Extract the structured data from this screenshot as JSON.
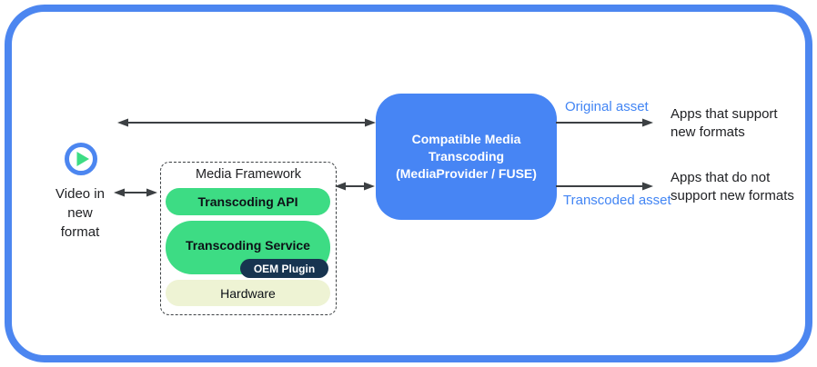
{
  "diagram": {
    "source": {
      "icon": "play-icon",
      "label_lines": [
        "Video in",
        "new",
        "format"
      ]
    },
    "framework": {
      "title": "Media Framework",
      "layers": {
        "api": "Transcoding API",
        "service": "Transcoding Service",
        "plugin": "OEM Plugin",
        "hardware": "Hardware"
      }
    },
    "transcoding_box": {
      "lines": [
        "Compatible Media",
        "Transcoding",
        "(MediaProvider / FUSE)"
      ]
    },
    "outputs": {
      "original_label": "Original asset",
      "transcoded_label": "Transcoded asset",
      "apps_support_lines": [
        "Apps that support",
        "new formats"
      ],
      "apps_no_support_lines": [
        "Apps that do not",
        "support new formats"
      ]
    },
    "colors": {
      "accent_blue": "#4285f4",
      "box_blue": "#4785f4",
      "border_blue": "#4c86f0",
      "android_green": "#3ddc84",
      "dark_navy": "#173450",
      "pale_yellow_green": "#eef3d4",
      "arrow_gray": "#3c4043"
    }
  }
}
